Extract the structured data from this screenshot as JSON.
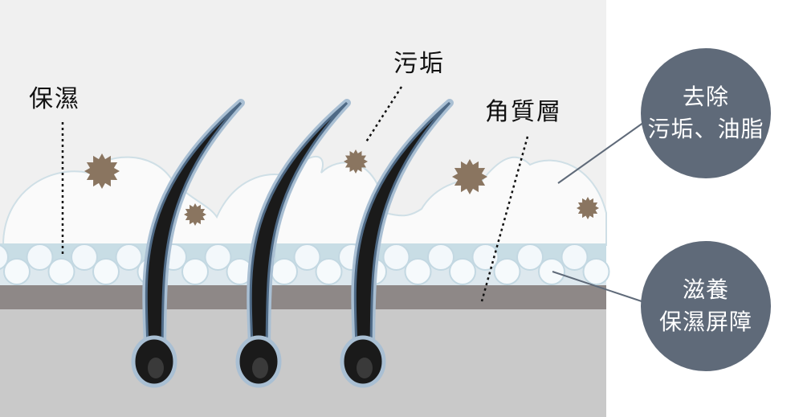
{
  "labels": {
    "moisturize": "保濕",
    "dirt": "污垢",
    "stratum_corneum": "角質層"
  },
  "bubbles": [
    {
      "line1": "去除",
      "line2": "污垢、油脂"
    },
    {
      "line1": "滋養",
      "line2": "保濕屏障"
    }
  ],
  "colors": {
    "background": "#f0f0f0",
    "barrier": "#c8dde5",
    "skin": "#8e8887",
    "dermis": "#c9c9c9",
    "bubble": "#5f6a79",
    "dirt": "#8a7560",
    "hair": "#1a1a1a"
  }
}
